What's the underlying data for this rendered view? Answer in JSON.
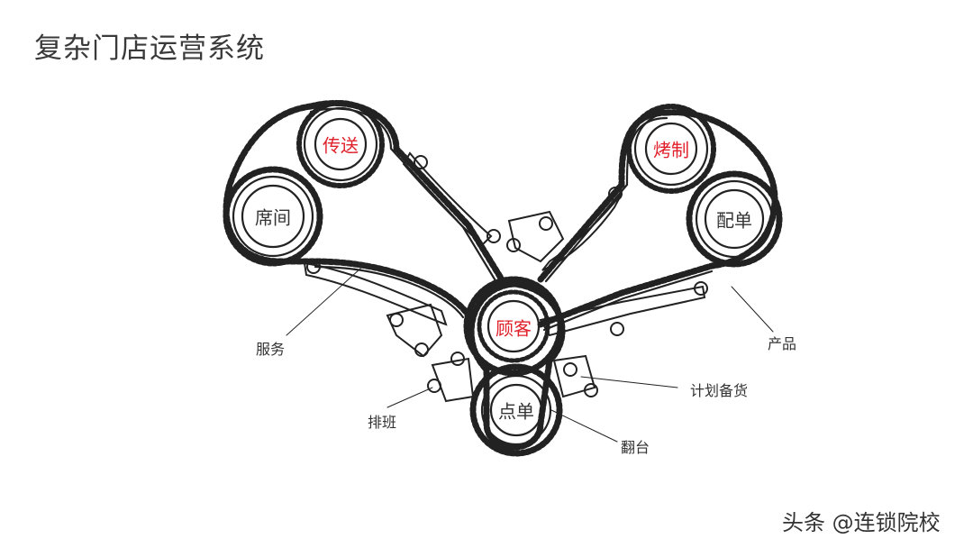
{
  "title": "复杂门店运营系统",
  "colors": {
    "highlight": "#e0202a",
    "text": "#333333",
    "line": "#222222"
  },
  "gears": {
    "chuansong": "传送",
    "xijian": "席间",
    "kaozhi": "烤制",
    "peidan": "配单",
    "guke": "顾客",
    "diandan": "点单"
  },
  "callouts": {
    "fuwu": "服务",
    "chanpin": "产品",
    "jihua": "计划备货",
    "paiban": "排班",
    "fantai": "翻台"
  },
  "watermark": "头条 @连锁院校"
}
